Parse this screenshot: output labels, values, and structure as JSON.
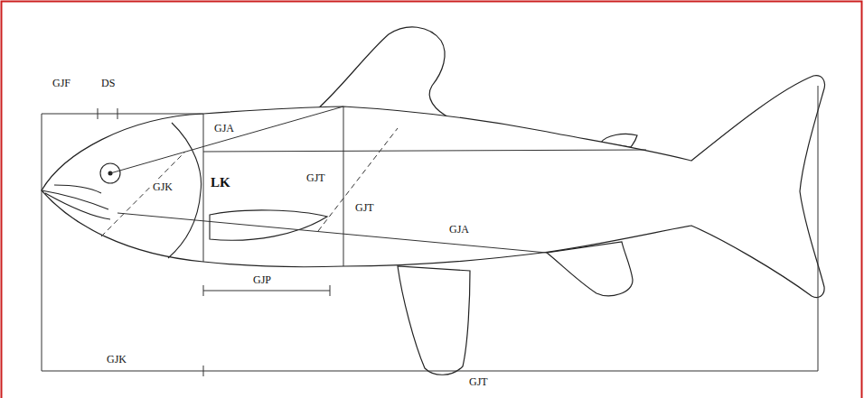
{
  "diagram": {
    "labels": [
      "GJF",
      "DS",
      "GJA",
      "LK",
      "GJK",
      "GJT",
      "GJT",
      "GJA",
      "GJP",
      "GJK",
      "GJT"
    ]
  }
}
